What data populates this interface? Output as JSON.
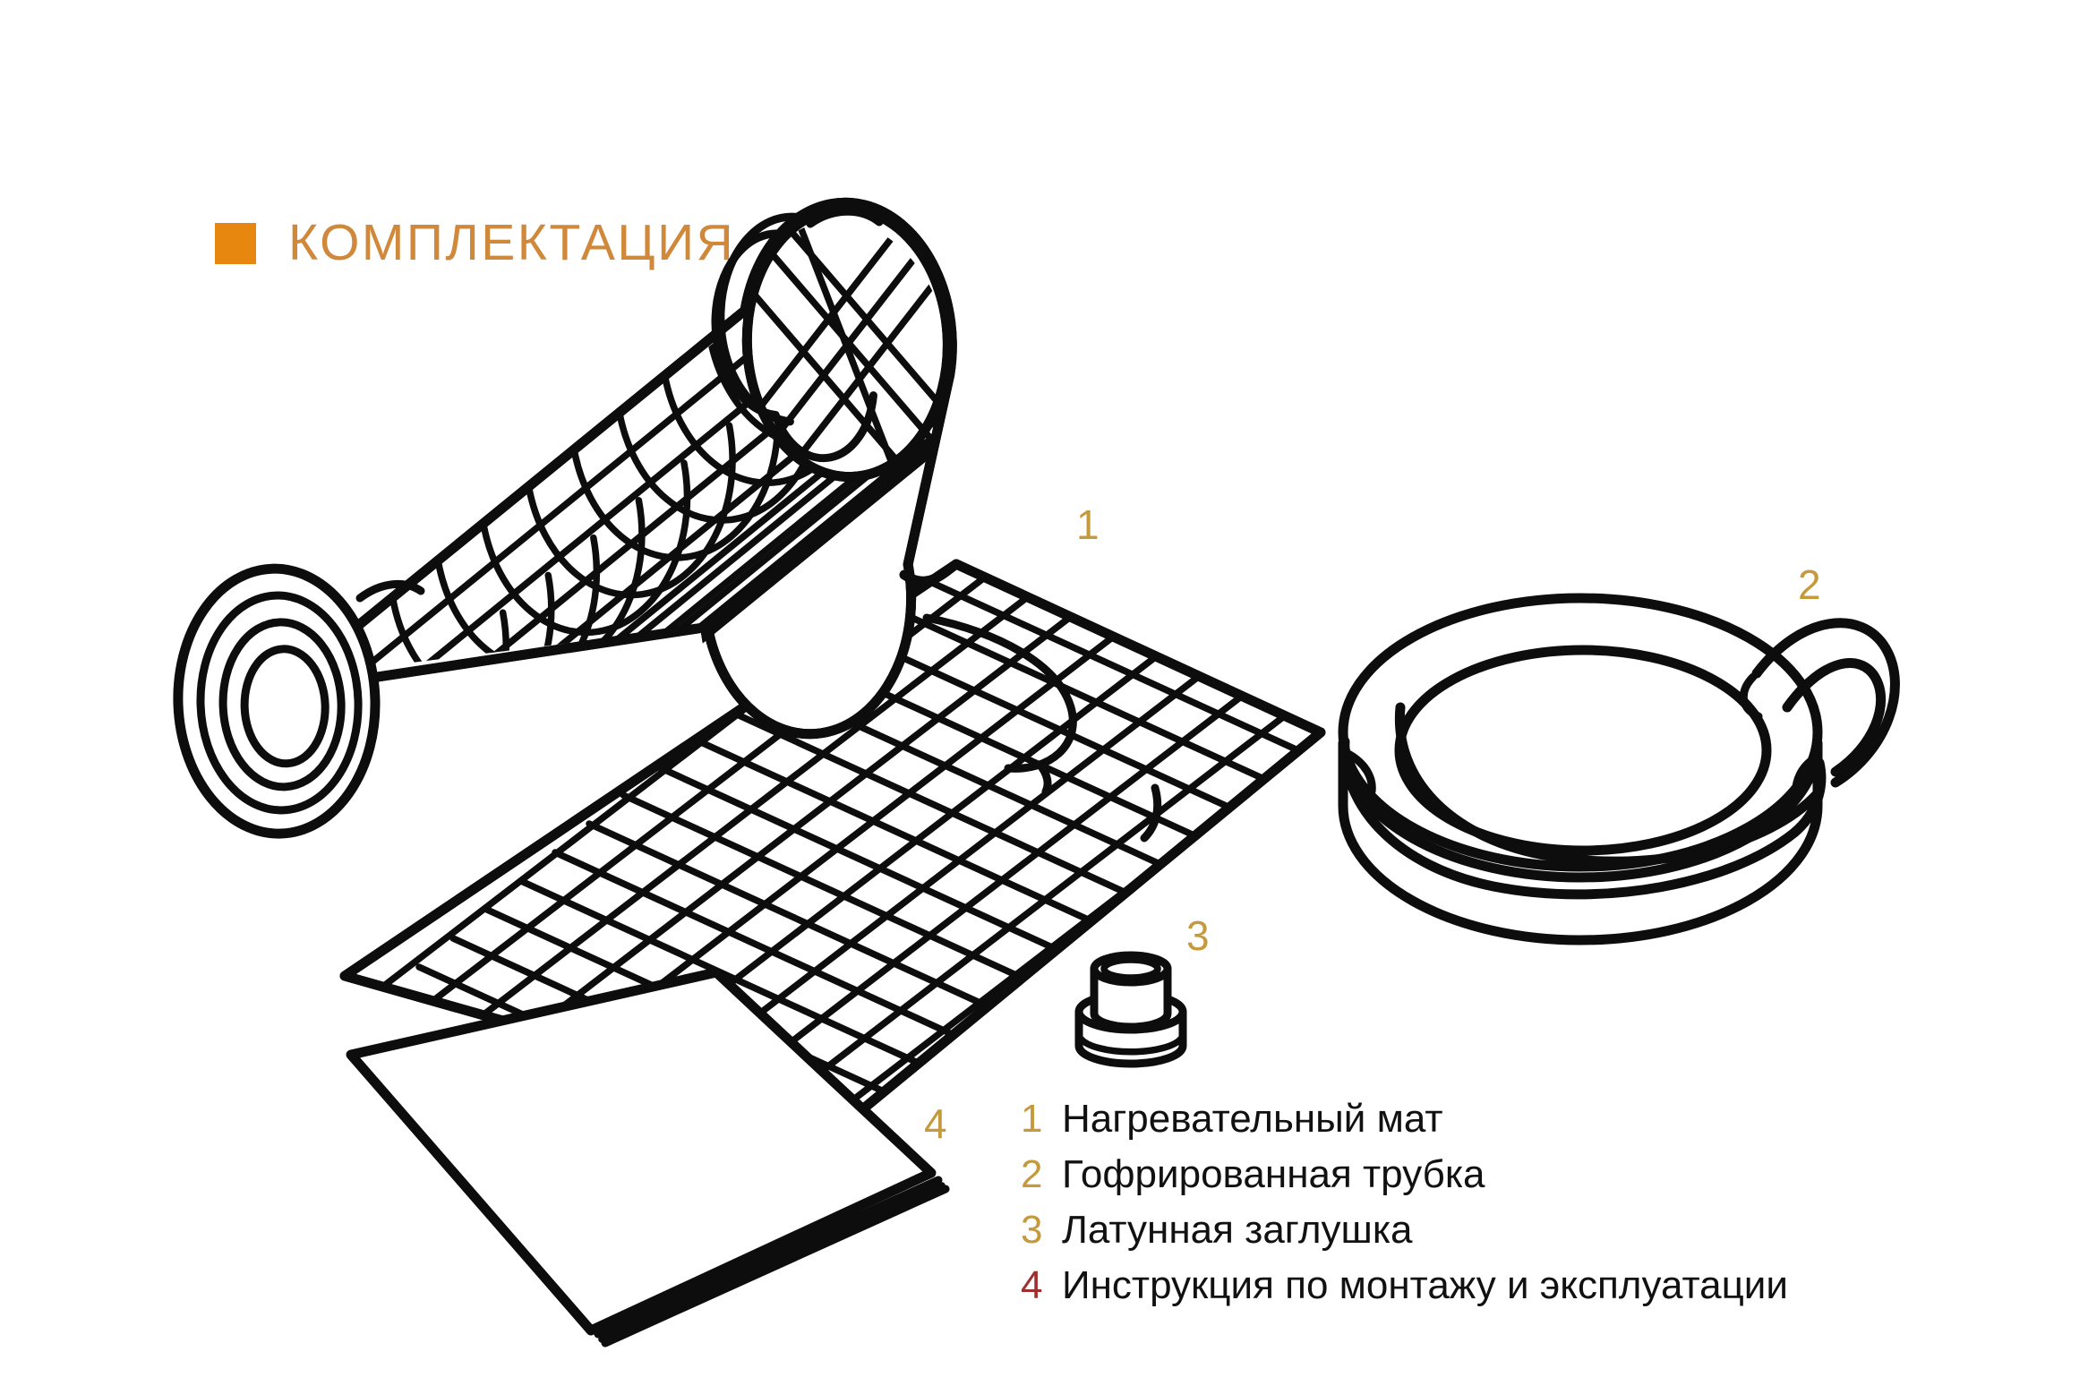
{
  "title": {
    "bullet_icon": "orange-square-bullet",
    "text": "КОМПЛЕКТАЦИЯ",
    "color": "#D0883A",
    "bullet_color": "#E8870F"
  },
  "illustration": {
    "alt": "Изометрическая схема комплектации нагревательного мата",
    "line_color": "#0d0d0d",
    "parts": [
      {
        "id": "heating-mat-roll",
        "callout": "1",
        "icon": "rolled-heating-mat-illustration"
      },
      {
        "id": "corrugated-tube",
        "callout": "2",
        "icon": "coiled-corrugated-tube-illustration"
      },
      {
        "id": "brass-plug",
        "callout": "3",
        "icon": "brass-end-cap-illustration"
      },
      {
        "id": "instruction-manual",
        "callout": "4",
        "icon": "instruction-booklet-illustration"
      }
    ]
  },
  "callouts": {
    "one": "1",
    "two": "2",
    "three": "3",
    "four": "4",
    "color": "#C49A3C"
  },
  "legend": {
    "num_color": "#C49A3C",
    "accent_color": "#A03030",
    "items": [
      {
        "num": "1",
        "label": "Нагревательный мат"
      },
      {
        "num": "2",
        "label": "Гофрированная трубка"
      },
      {
        "num": "3",
        "label": "Латунная заглушка"
      },
      {
        "num": "4",
        "label": "Инструкция по монтажу и эксплуатации"
      }
    ]
  }
}
